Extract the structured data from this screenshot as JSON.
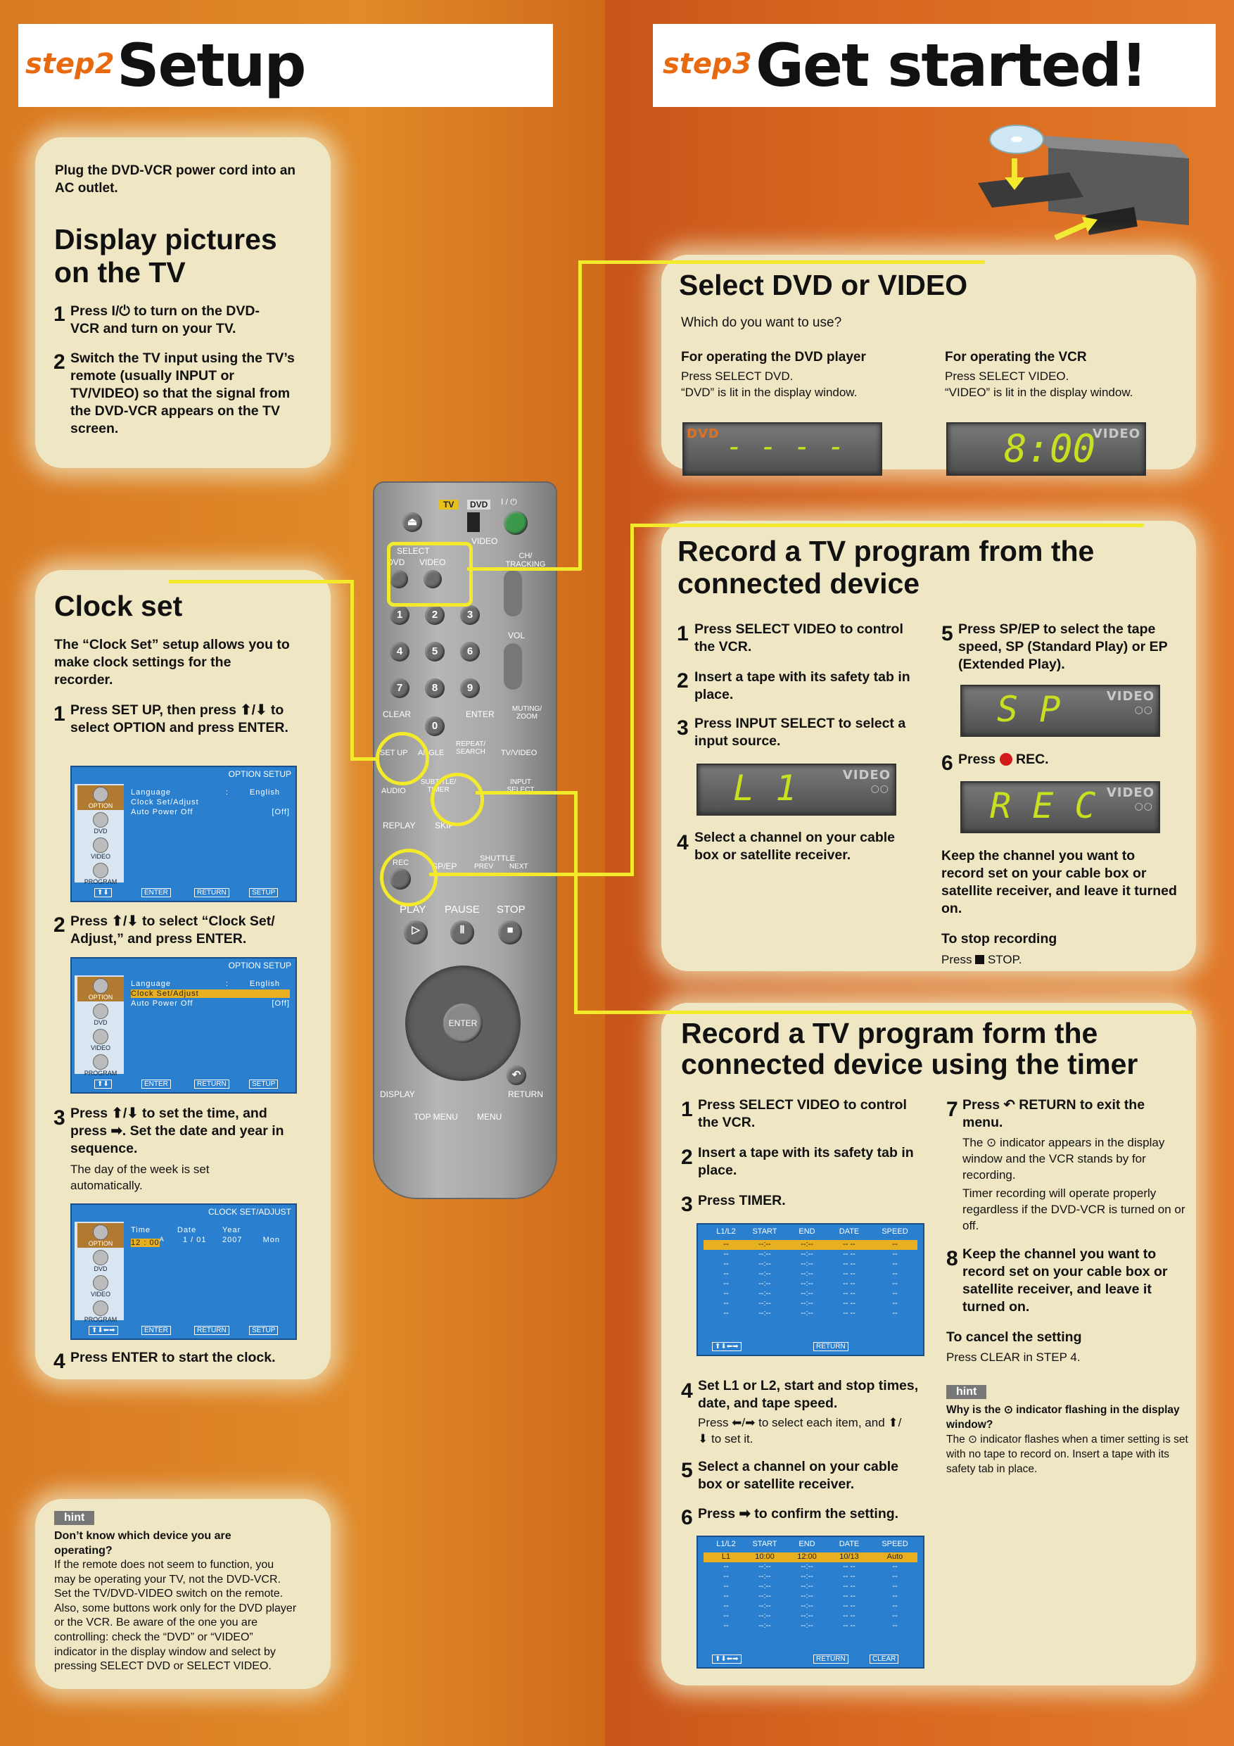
{
  "step2": {
    "step": "step2",
    "title": "Setup"
  },
  "step3": {
    "step": "step3",
    "title": "Get started!"
  },
  "power": {
    "text": "Plug the DVD-VCR power cord into an AC outlet."
  },
  "display": {
    "title1": "Display pictures",
    "title2": "on the TV",
    "s1n": "1",
    "s1": "Press I/⏻ to turn on the DVD-VCR and turn on your TV.",
    "s2n": "2",
    "s2": "Switch the TV input using the TV’s remote (usually INPUT or TV/VIDEO) so that the signal from the DVD-VCR appears on the TV screen."
  },
  "clock": {
    "title": "Clock set",
    "intro": "The “Clock Set” setup allows you to make clock settings for the recorder.",
    "s1n": "1",
    "s1": "Press SET UP, then press ⬆/⬇ to select OPTION and press ENTER.",
    "s2n": "2",
    "s2": "Press ⬆/⬇ to select “Clock Set/ Adjust,” and press ENTER.",
    "s3n": "3",
    "s3": "Press ⬆/⬇ to set the time, and press ➡. Set the date and year in sequence.",
    "s3note": "The day of the week is set automatically.",
    "s4n": "4",
    "s4": "Press ENTER to start the clock."
  },
  "menu": {
    "header": "OPTION SETUP",
    "language": "Language",
    "language_colon": ":",
    "language_val": "English",
    "clock": "Clock Set/Adjust",
    "apo": "Auto Power Off",
    "apo_val": "[Off]",
    "side": [
      "OPTION",
      "DVD",
      "VIDEO",
      "PROGRAM"
    ],
    "keys": "⬆⬇",
    "enter": "ENTER",
    "return": "RETURN",
    "setup": "SETUP"
  },
  "clockmenu": {
    "header": "CLOCK SET/ADJUST",
    "time": "Time",
    "date": "Date",
    "year": "Year",
    "time_val": "12 : 00",
    "ampm": "A",
    "date_val": "1 / 01",
    "year_val": "2007",
    "day_val": "Mon",
    "keys": "⬆⬇⬅➡"
  },
  "hint_left": {
    "label": "hint",
    "q": "Don’t know which device you are operating?",
    "a": "If the remote does not seem to function, you may be operating your TV, not the DVD-VCR. Set the TV/DVD-VIDEO switch on the remote. Also, some buttons work only for the DVD player or the VCR. Be aware of the one you are controlling: check the “DVD” or “VIDEO” indicator in the display window and select by pressing SELECT DVD or SELECT VIDEO."
  },
  "select": {
    "title": "Select DVD or VIDEO",
    "q": "Which do you want to use?",
    "dvd_h": "For operating the DVD player",
    "dvd_1": "Press SELECT DVD.",
    "dvd_2": "“DVD” is lit in the display window.",
    "vcr_h": "For operating the VCR",
    "vcr_1": "Press SELECT VIDEO.",
    "vcr_2": "“VIDEO” is lit in the display window.",
    "lcd_dvd_tag": "DVD",
    "lcd_dvd": "- - - -",
    "lcd_vid_tag": "VIDEO",
    "lcd_vid": "8:00"
  },
  "rec": {
    "title1": "Record a TV program from the",
    "title2": "connected device",
    "s1n": "1",
    "s1": "Press SELECT VIDEO to control the VCR.",
    "s2n": "2",
    "s2": "Insert a tape with its safety tab in place.",
    "s3n": "3",
    "s3": "Press INPUT SELECT to select a input source.",
    "lcd_l1": "L 1",
    "lcd_tag": "VIDEO",
    "lcd_tape": "○○",
    "s4n": "4",
    "s4": "Select a channel on your cable box or satellite receiver.",
    "s5n": "5",
    "s5": "Press SP/EP to select the tape speed, SP (Standard Play) or EP (Extended Play).",
    "lcd_sp": "S P",
    "s6n": "6",
    "s6a": "Press",
    "s6b": "REC.",
    "lcd_rec": "R E C",
    "keep": "Keep the channel you want to record set on your cable box or satellite receiver, and leave it turned on.",
    "stop_h": "To stop recording",
    "stop_a": "Press",
    "stop_b": "STOP."
  },
  "timer": {
    "title1": "Record a TV program form the",
    "title2": "connected device using the timer",
    "s1n": "1",
    "s1": "Press SELECT VIDEO to control the VCR.",
    "s2n": "2",
    "s2": "Insert a tape with its safety tab in place.",
    "s3n": "3",
    "s3": "Press TIMER.",
    "s4n": "4",
    "s4": "Set L1 or L2, start and stop times, date, and tape speed.",
    "s4note": "Press ⬅/➡ to select each item, and ⬆/⬇ to set it.",
    "s5n": "5",
    "s5": "Select a channel on your cable box or satellite receiver.",
    "s6n": "6",
    "s6": "Press ➡ to confirm the setting.",
    "s7n": "7",
    "s7": "Press ↶ RETURN to exit the menu.",
    "s7note1": "The ⊙ indicator appears in the display window and the VCR stands by for recording.",
    "s7note2": "Timer recording will operate properly regardless if the DVD-VCR is turned on or off.",
    "s8n": "8",
    "s8": "Keep the channel you want to record set on your cable box or satellite receiver, and leave it turned on.",
    "cancel_h": "To cancel the setting",
    "cancel": "Press CLEAR in STEP 4.",
    "hint": "hint",
    "hint_q": "Why is the ⊙ indicator flashing in the display window?",
    "hint_a": "The ⊙ indicator flashes when a timer setting is set with no tape to record on. Insert a tape with its safety tab in place."
  },
  "timertable": {
    "cols": [
      "L1/L2",
      "START",
      "END",
      "DATE",
      "SPEED"
    ],
    "blank": [
      "--",
      "--:--",
      "--:--",
      "-- --",
      "--"
    ],
    "set": [
      "L1",
      "10:00",
      "12:00",
      "10/13",
      "Auto"
    ],
    "keys": "⬆⬇⬅➡",
    "return": "RETURN",
    "clear": "CLEAR"
  },
  "remote": {
    "tv": "TV",
    "dvd": "DVD",
    "video": "VIDEO",
    "power": "I / ⏻",
    "select": "SELECT",
    "sel_dvd": "DVD",
    "sel_video": "VIDEO",
    "ch": "CH/ TRACKING",
    "vol": "VOL",
    "n1": "1",
    "n2": "2",
    "n3": "3",
    "n4": "4",
    "n5": "5",
    "n6": "6",
    "n7": "7",
    "n8": "8",
    "n9": "9",
    "n0": "0",
    "clear": "CLEAR",
    "enter": "ENTER",
    "muting": "MUTING/ ZOOM",
    "setup": "SET UP",
    "angle": "ANGLE",
    "repeat": "REPEAT/ SEARCH",
    "tvvideo": "TV/VIDEO",
    "audio": "AUDIO",
    "subtitle": "SUBTITLE/ TIMER",
    "input": "INPUT SELECT",
    "replay": "REPLAY",
    "skip": "SKIP",
    "shuttle": "SHUTTLE",
    "rec": "REC",
    "spep": "SP/EP",
    "prev": "PREV",
    "next": "NEXT",
    "play": "PLAY",
    "pause": "PAUSE",
    "stop": "STOP",
    "dpad_enter": "ENTER",
    "display": "DISPLAY",
    "return": "RETURN",
    "topmenu": "TOP MENU",
    "menu": "MENU"
  }
}
